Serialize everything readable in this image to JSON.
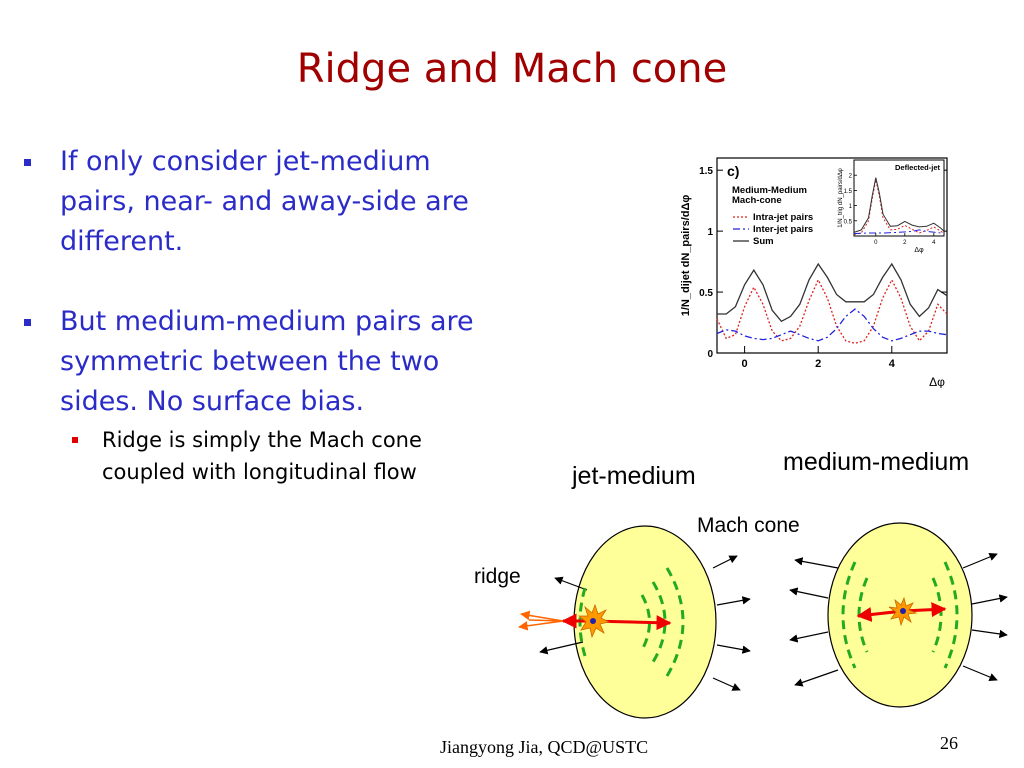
{
  "slide": {
    "title": "Ridge and Mach cone",
    "bullets": [
      {
        "text": "If only consider jet-medium pairs, near- and away-side are different."
      },
      {
        "text": "But medium-medium pairs are symmetric between the two sides. No surface bias.",
        "sub": [
          {
            "text": "Ridge is simply the Mach cone coupled with longitudinal flow"
          }
        ]
      }
    ],
    "footer": "Jiangyong Jia,  QCD@USTC",
    "page_number": "26"
  },
  "diagram": {
    "label_jet_medium": "jet-medium",
    "label_medium_medium": "medium-medium",
    "label_mach_cone": "Mach cone",
    "label_ridge": "ridge",
    "colors": {
      "ellipse_fill": "#ffff99",
      "jet_arrow": "#ee0000",
      "mach_front": "#22aa22",
      "ridge_arrow": "#ff6600"
    }
  },
  "chart_data": {
    "type": "line",
    "panel_label": "c)",
    "legend_title": "Medium-Medium\nMach-cone",
    "ylabel": "1/N_dijet dN_pairs/dΔφ",
    "xlabel": "Δφ",
    "xlim": [
      -0.75,
      5.5
    ],
    "ylim": [
      0,
      1.6
    ],
    "xticks": [
      "0",
      "2",
      "4"
    ],
    "yticks": [
      "0",
      "0.5",
      "1",
      "1.5"
    ],
    "series": [
      {
        "name": "Intra-jet pairs",
        "color": "#dd2222",
        "dash": "dotted",
        "x": [
          -0.75,
          -0.5,
          -0.25,
          0.0,
          0.25,
          0.5,
          0.75,
          1.0,
          1.25,
          1.5,
          1.75,
          2.0,
          2.25,
          2.5,
          2.75,
          3.0,
          3.25,
          3.5,
          3.75,
          4.0,
          4.25,
          4.5,
          4.75,
          5.0,
          5.25,
          5.5
        ],
        "y": [
          0.28,
          0.12,
          0.15,
          0.38,
          0.54,
          0.4,
          0.18,
          0.1,
          0.12,
          0.22,
          0.43,
          0.6,
          0.45,
          0.22,
          0.1,
          0.08,
          0.1,
          0.22,
          0.45,
          0.6,
          0.45,
          0.22,
          0.1,
          0.18,
          0.4,
          0.32
        ]
      },
      {
        "name": "Inter-jet pairs",
        "color": "#2222dd",
        "dash": "dashdot",
        "x": [
          -0.75,
          -0.5,
          -0.25,
          0.0,
          0.25,
          0.5,
          0.75,
          1.0,
          1.25,
          1.5,
          1.75,
          2.0,
          2.25,
          2.5,
          2.75,
          3.0,
          3.25,
          3.5,
          3.75,
          4.0,
          4.25,
          4.5,
          4.75,
          5.0,
          5.25,
          5.5
        ],
        "y": [
          0.16,
          0.19,
          0.18,
          0.14,
          0.12,
          0.11,
          0.12,
          0.15,
          0.18,
          0.15,
          0.12,
          0.1,
          0.13,
          0.2,
          0.3,
          0.36,
          0.3,
          0.2,
          0.13,
          0.1,
          0.12,
          0.15,
          0.18,
          0.18,
          0.16,
          0.15
        ]
      },
      {
        "name": "Sum",
        "color": "#333333",
        "dash": "solid",
        "x": [
          -0.75,
          -0.5,
          -0.25,
          0.0,
          0.25,
          0.5,
          0.75,
          1.0,
          1.25,
          1.5,
          1.75,
          2.0,
          2.25,
          2.5,
          2.75,
          3.0,
          3.25,
          3.5,
          3.75,
          4.0,
          4.25,
          4.5,
          4.75,
          5.0,
          5.25,
          5.5
        ],
        "y": [
          0.32,
          0.32,
          0.38,
          0.56,
          0.68,
          0.56,
          0.35,
          0.26,
          0.3,
          0.4,
          0.6,
          0.73,
          0.62,
          0.48,
          0.42,
          0.42,
          0.42,
          0.48,
          0.62,
          0.73,
          0.6,
          0.4,
          0.3,
          0.37,
          0.52,
          0.47
        ]
      }
    ],
    "inset": {
      "title": "Deflected-jet",
      "xlabel": "Δφ",
      "ylabel": "1/N_trig dN_pairs/dΔφ",
      "xlim": [
        -1.5,
        4.7
      ],
      "ylim": [
        0,
        2.5
      ],
      "xticks": [
        "0",
        "2",
        "4"
      ],
      "yticks": [
        "0.5",
        "1",
        "1.5",
        "2"
      ],
      "series": [
        {
          "name": "Intra-jet pairs",
          "color": "#dd2222",
          "dash": "dotted",
          "x": [
            -1.5,
            -1.0,
            -0.5,
            -0.25,
            0.0,
            0.25,
            0.5,
            1.0,
            1.5,
            2.0,
            2.5,
            3.0,
            3.5,
            4.0,
            4.5,
            4.7
          ],
          "y": [
            0.05,
            0.1,
            0.5,
            1.2,
            1.85,
            1.3,
            0.6,
            0.2,
            0.22,
            0.35,
            0.22,
            0.1,
            0.18,
            0.3,
            0.15,
            0.08
          ]
        },
        {
          "name": "Inter-jet pairs",
          "color": "#2222dd",
          "dash": "dashdot",
          "x": [
            -1.5,
            -0.5,
            0.5,
            1.5,
            2.5,
            3.0,
            3.5,
            4.5,
            4.7
          ],
          "y": [
            0.08,
            0.1,
            0.1,
            0.12,
            0.15,
            0.2,
            0.15,
            0.1,
            0.08
          ]
        },
        {
          "name": "Sum",
          "color": "#333333",
          "dash": "solid",
          "x": [
            -1.5,
            -1.0,
            -0.5,
            -0.25,
            0.0,
            0.25,
            0.5,
            1.0,
            1.5,
            2.0,
            2.5,
            3.0,
            3.5,
            4.0,
            4.5,
            4.7
          ],
          "y": [
            0.12,
            0.2,
            0.6,
            1.3,
            1.92,
            1.4,
            0.72,
            0.32,
            0.34,
            0.48,
            0.36,
            0.3,
            0.32,
            0.42,
            0.25,
            0.15
          ]
        }
      ]
    }
  }
}
